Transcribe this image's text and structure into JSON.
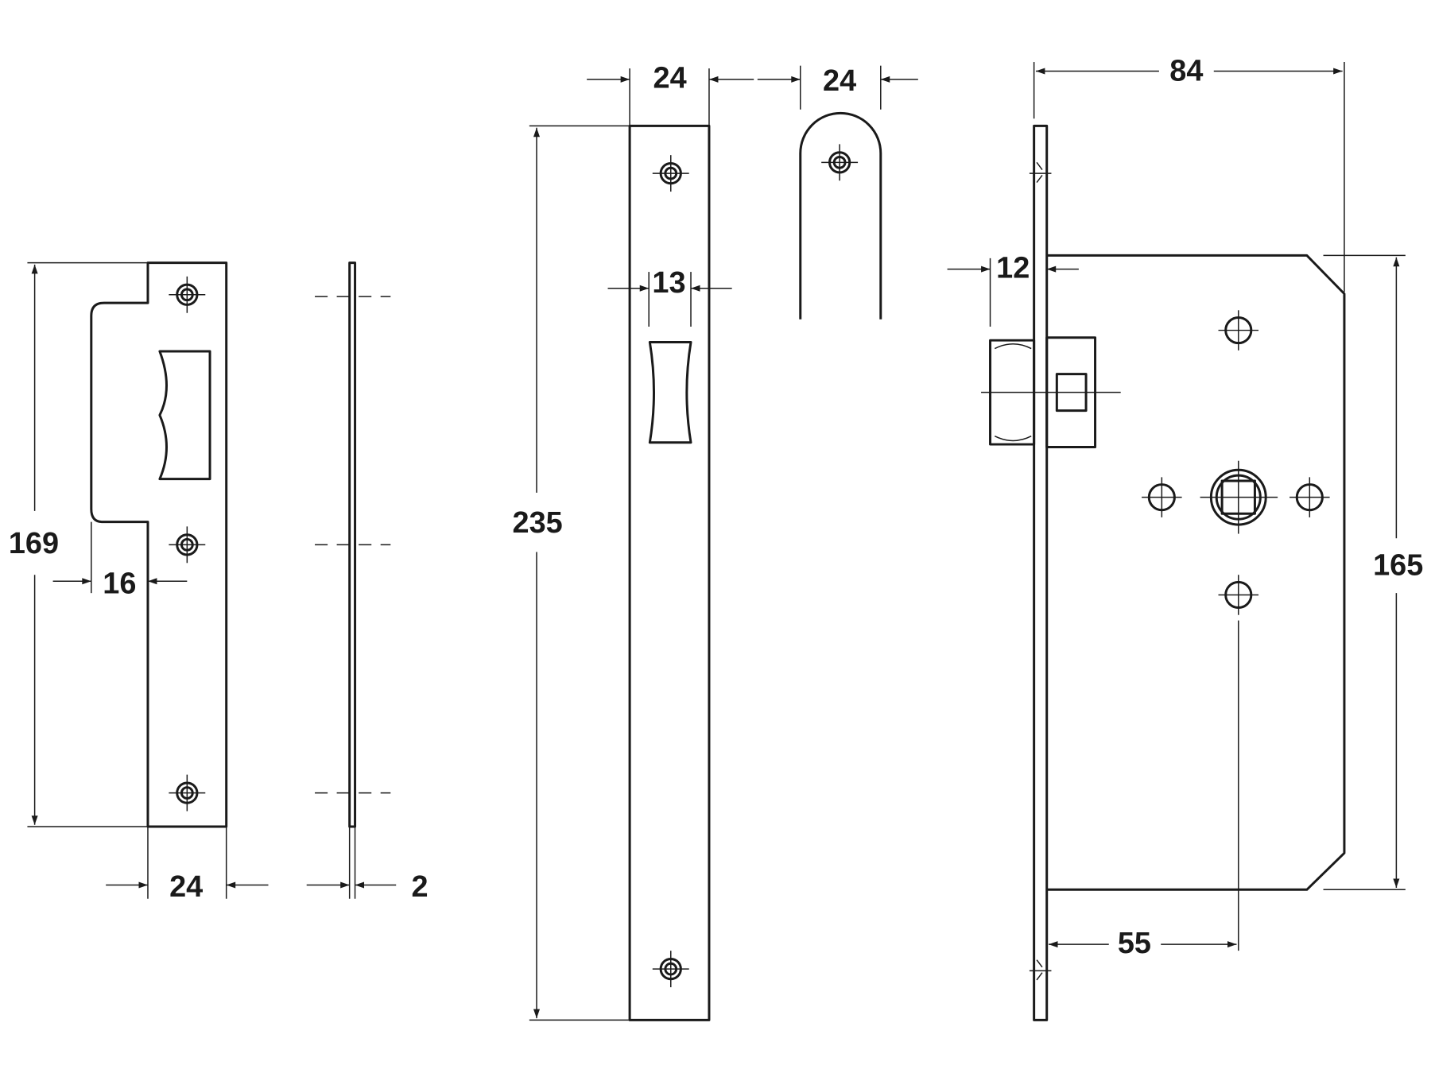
{
  "colors": {
    "line": "#1a1a1a",
    "background": "#ffffff"
  },
  "strike_plate": {
    "height": "169",
    "lip_depth": "16",
    "width": "24",
    "thickness": "2"
  },
  "forend": {
    "width": "24",
    "height": "235",
    "latch_slot_width": "13",
    "rounded_end_width": "24"
  },
  "lock_body": {
    "overall_depth": "84",
    "case_height": "165",
    "latch_projection": "12",
    "backset": "55"
  }
}
